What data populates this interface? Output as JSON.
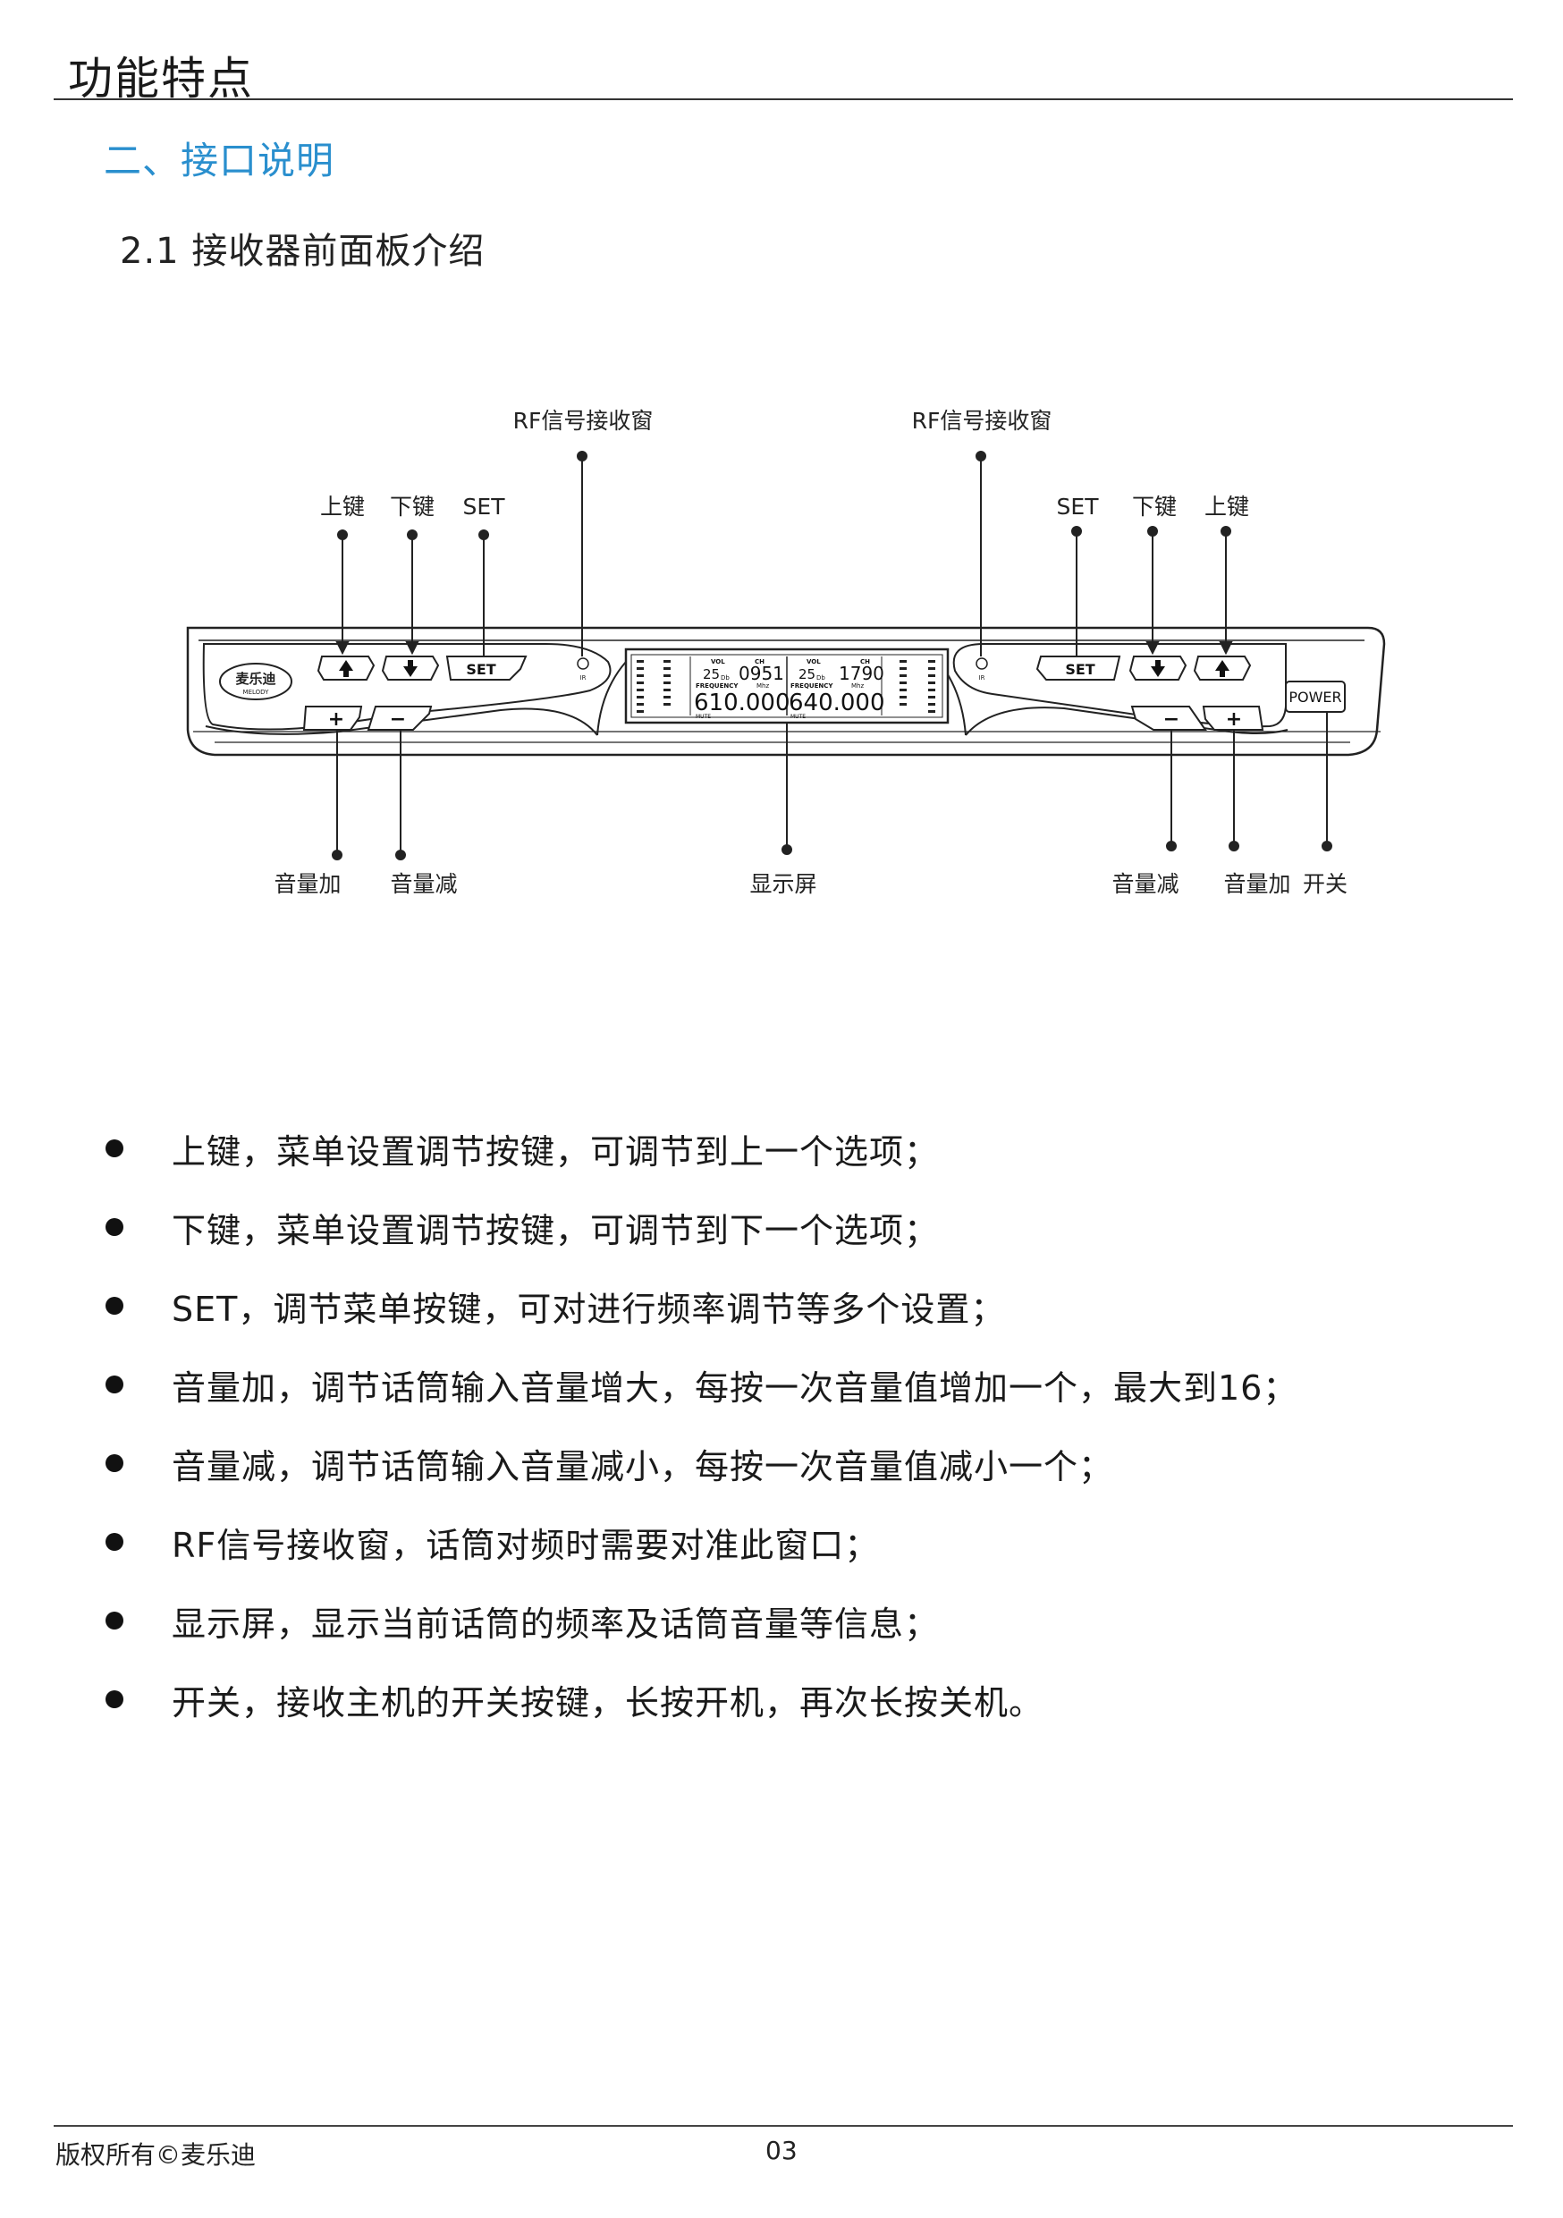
{
  "header": {
    "title": "功能特点"
  },
  "section": {
    "title": "二、接口说明"
  },
  "subsection": {
    "title": "2.1 接收器前面板介绍"
  },
  "diagram": {
    "labels": {
      "rf_left": "RF信号接收窗",
      "rf_right": "RF信号接收窗",
      "up_left": "上键",
      "down_left": "下键",
      "set_left": "SET",
      "set_right": "SET",
      "down_right": "下键",
      "up_right": "上键",
      "vol_up_left": "音量加",
      "vol_down_left": "音量减",
      "display": "显示屏",
      "vol_down_right": "音量减",
      "vol_up_right": "音量加",
      "power_label": "开关"
    },
    "device": {
      "brand": "麦乐迪",
      "brand_sub": "MELODY",
      "set_button": "SET",
      "power_button": "POWER",
      "plus": "+",
      "minus": "−",
      "ir": "IR",
      "lcd": {
        "left": {
          "vol_label": "VOL",
          "vol": "25",
          "db": "Db",
          "ch_label": "CH",
          "ch": "0951",
          "freq_label": "FREQUENCY",
          "mhz": "Mhz",
          "freq": "610.000",
          "mute": "MUTE"
        },
        "right": {
          "vol_label": "VOL",
          "vol": "25",
          "db": "Db",
          "ch_label": "CH",
          "ch": "1790",
          "freq_label": "FREQUENCY",
          "mhz": "Mhz",
          "freq": "640.000",
          "mute": "MUTE"
        }
      }
    }
  },
  "bullets": [
    "上键，菜单设置调节按键，可调节到上一个选项；",
    "下键，菜单设置调节按键，可调节到下一个选项；",
    "SET，调节菜单按键，可对进行频率调节等多个设置；",
    "音量加，调节话筒输入音量增大，每按一次音量值增加一个，最大到16；",
    "音量减，调节话筒输入音量减小，每按一次音量值减小一个；",
    "RF信号接收窗，话筒对频时需要对准此窗口；",
    "显示屏，显示当前话筒的频率及话筒音量等信息；",
    "开关，接收主机的开关按键，长按开机，再次长按关机。"
  ],
  "footer": {
    "copyright": "版权所有©麦乐迪",
    "page": "03"
  }
}
